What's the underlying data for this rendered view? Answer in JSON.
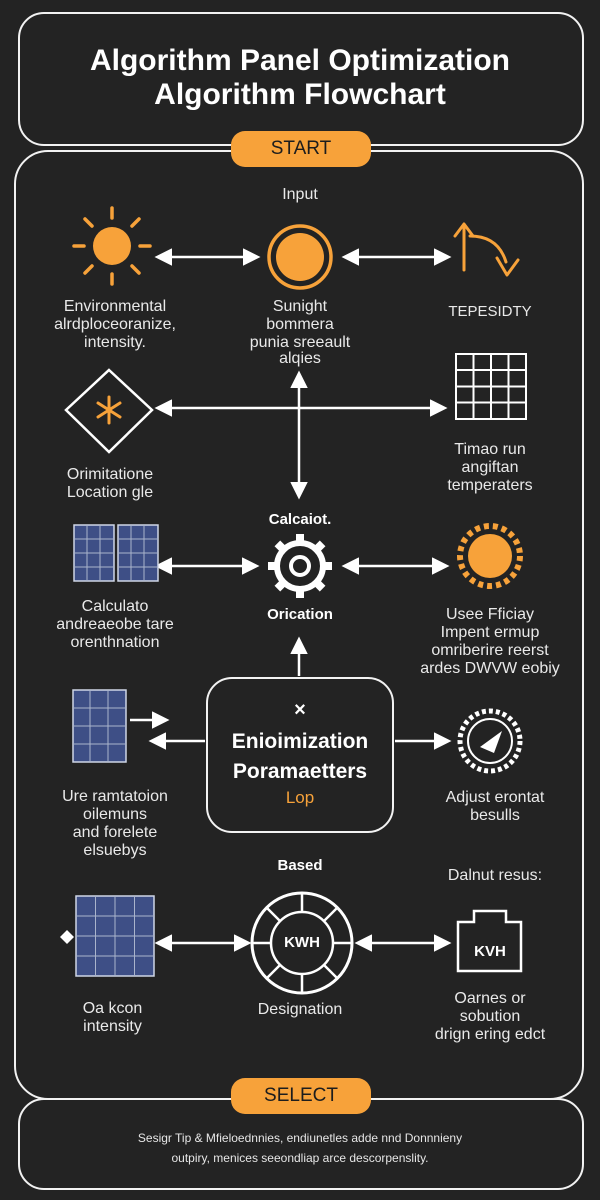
{
  "title": {
    "line1": "Algorithm Panel Optimization",
    "line2": "Algorithm Flowchart"
  },
  "start_label": "START",
  "select_label": "SELECT",
  "input_label": "Input",
  "row1": {
    "left_label": [
      "Environmental",
      "alrdploceoranize,",
      "intensity."
    ],
    "center_label": [
      "Sunight",
      "bommera",
      "punia sreeault",
      "alqies"
    ],
    "right_label": [
      "TEPESIDTY"
    ]
  },
  "row2": {
    "left_label": [
      "Orimitatione",
      "Location gle"
    ],
    "right_label": [
      "Timao run",
      "angiftan",
      "temperaters"
    ]
  },
  "calc_label": "Calcaiot.",
  "row3": {
    "left_label": [
      "Calculato",
      "andreaeobe tare",
      "orenthnation"
    ],
    "center_label": "Orication",
    "right_label": [
      "Usee Fficiay",
      "Impent ermup",
      "omriberire reerst",
      "ardes DWVW eobiy"
    ]
  },
  "core": {
    "symbol": "×",
    "line1": "Enioimization",
    "line2": "Poramaetters",
    "loop": "Lop"
  },
  "row4": {
    "left_label": [
      "Ure ramtatoion",
      "oilemuns",
      "and forelete",
      "elsuebys"
    ],
    "right_label": [
      "Adjust erontat",
      "besulls"
    ]
  },
  "based_label": "Based",
  "output_label": "Dalnut resus:",
  "row5": {
    "left_label": [
      "Oa kcon",
      "intensity"
    ],
    "center_label": "Designation",
    "center_icon_text": "KWH",
    "right_icon_text": "KVH",
    "right_label": [
      "Oarnes or",
      "sobution",
      "drign ering edct"
    ]
  },
  "footer": {
    "line1": "Sesigr Tip & Mfieloednnies, endiunetles adde nnd Donnnieny",
    "line2": "outpiry, menices seeondliap arce descorpenslity."
  },
  "colors": {
    "background": "#232323",
    "accent": "#f7a23a",
    "line": "#f2f2f2",
    "panel_blue": "#3e4f86"
  }
}
